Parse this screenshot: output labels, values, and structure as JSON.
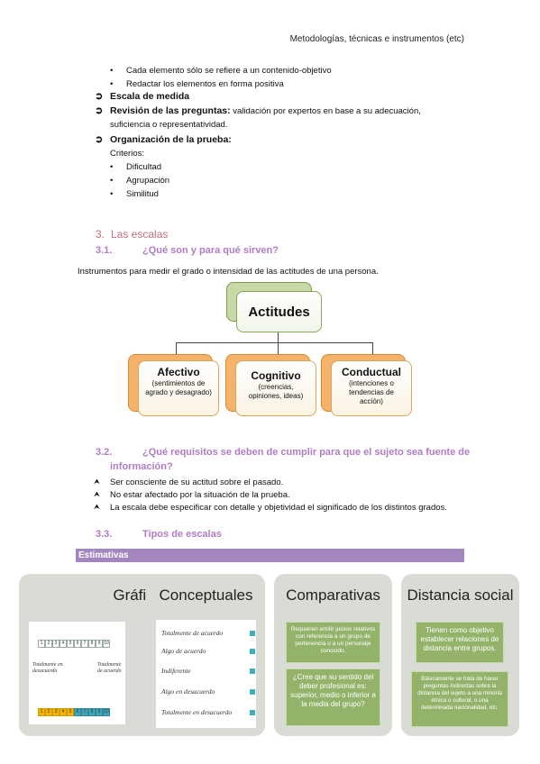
{
  "header": {
    "title": "Metodologías, técnicas e instrumentos (etc)"
  },
  "intro_bullets": [
    "Cada elemento sólo se refiere a un contenido-objetivo",
    "Redactar los elementos en forma positiva"
  ],
  "arrow_items": {
    "escala": "Escala de medida",
    "revision_label": "Revisión de las preguntas:",
    "revision_text": " validación por expertos en base a su adecuación,",
    "revision_text2": "suficiencia o representatividad.",
    "organizacion": "Organización de la prueba:"
  },
  "criterios": {
    "label": "Criterios:",
    "items": [
      "Dificultad",
      "Agrupación",
      "Similitud"
    ]
  },
  "section3": {
    "number": "3.",
    "title": "Las escalas"
  },
  "section31": {
    "number": "3.1.",
    "title": "¿Qué son y para qué sirven?"
  },
  "section31_text": "Instrumentos para medir el grado o intensidad de las actitudes de una persona.",
  "diagram": {
    "root": "Actitudes",
    "children": [
      {
        "title": "Afectivo",
        "detail": "(sentimientos de agrado y desagrado)"
      },
      {
        "title": "Cognitivo",
        "detail": "(creencias, opiniones, ideas)"
      },
      {
        "title": "Conductual",
        "detail": "(intenciones o tendencias de acción)"
      }
    ]
  },
  "section32": {
    "number": "3.2.",
    "title_line1": "¿Qué requisitos se deben de cumplir para que el sujeto sea fuente de",
    "title_line2": "información?"
  },
  "requisitos": [
    "Ser consciente de su actitud sobre el pasado.",
    "No estar afectado por la situación de la prueba.",
    "La escala debe especificar con detalle y objetividad el significado de los distintos grados."
  ],
  "section33": {
    "number": "3.3.",
    "title": "Tipos de escalas"
  },
  "band": {
    "label": "Estimativas"
  },
  "panels": {
    "graficas": {
      "title": "Gráficas",
      "scale_numbers": [
        "1",
        "2",
        "3",
        "4",
        "5",
        "6",
        "7",
        "8",
        "9",
        "10"
      ],
      "left_label": "Totalmente en desacuerdo",
      "right_label": "Totalmente de acuerdo"
    },
    "conceptuales": {
      "title": "Conceptuales",
      "items": [
        "Totalmente de acuerdo",
        "Algo de acuerdo",
        "Indiferente",
        "Algo en desacuerdo",
        "Totalmente en desacuerdo"
      ]
    },
    "comparativas": {
      "title": "Comparativas",
      "box1": "Requieren emitir juicios relativos con referencia a un grupo de pertenencia o a un personaje conocido.",
      "box2": "¿Cree que su sentido del deber profesional es: superior, medio o inferior a la media del grupo?"
    },
    "distancia": {
      "title": "Distancia social",
      "box1": "Tienen como objetivo establecer relaciones de distancia entre grupos.",
      "box2": "Básicamente se trata de hacer preguntas indirectas sobre la distancia del sujeto a una minoría étnica o cultural, o una determinada nacionalidad, etc."
    }
  },
  "colors": {
    "heading3": "#c0707b",
    "heading31": "#b07cc6",
    "band": "#a386bf",
    "panel_bg": "#d9dcd5",
    "green_box": "#93b36b"
  }
}
